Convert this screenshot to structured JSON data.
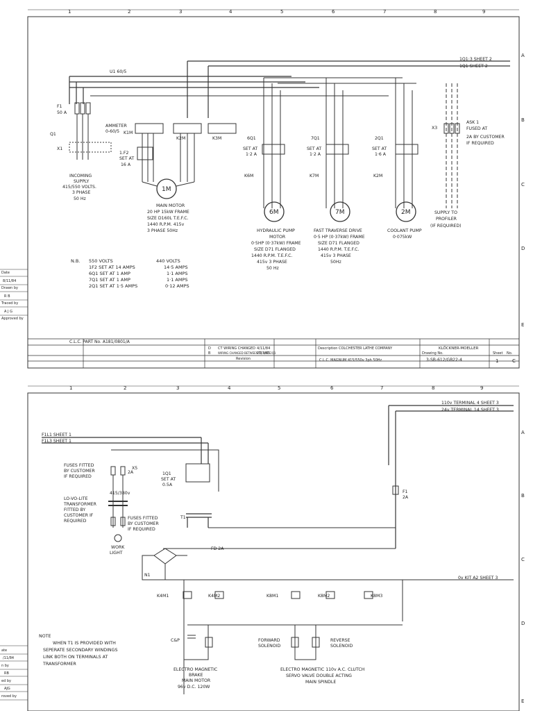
{
  "sheet1": {
    "col_numbers": [
      "1",
      "2",
      "3",
      "4",
      "5",
      "6",
      "7",
      "8",
      "9"
    ],
    "row_letters": [
      "A",
      "B",
      "C",
      "D",
      "E"
    ],
    "refs": {
      "top1": "1Q1:3 SHEET 2",
      "top2": "1Q1 SHEET 2"
    },
    "u1": "U1 60/5",
    "f1": [
      "F1",
      "50 A"
    ],
    "q1": "Q1",
    "x1": "X1",
    "ammeter": [
      "AMMETER",
      "0-60/5"
    ],
    "incoming": [
      "INCOMING",
      "SUPPLY",
      "415/550 VOLTS.",
      "3 PHASE",
      "50 Hz"
    ],
    "k1m": "K1M",
    "k2m": "K2M",
    "k3m": "K3M",
    "f2": [
      "1.F2",
      "SET AT",
      "16 A"
    ],
    "main_motor_symbol": "1M",
    "main_motor": [
      "MAIN MOTOR",
      "20 HP 15kW FRAME",
      "SIZE D160L T.E.F.C.",
      "1440 R.P.M. 415v",
      "3 PHASE 50Hz"
    ],
    "h6q1": [
      "6Q1",
      "SET AT",
      "1·2 A"
    ],
    "k6m": "K6M",
    "hyd_symbol": "6M",
    "hyd_motor": [
      "HYDRAULIC PUMP",
      "MOTOR",
      "0·5HP (0·37kW) FRAME",
      "SIZE D71 FLANGED",
      "1440 R.P.M. T.E.F.C.",
      "415v 3 PHASE",
      "50 Hz"
    ],
    "t7q1": [
      "7Q1",
      "SET AT",
      "1·2 A"
    ],
    "k7m": "K7M",
    "fast_symbol": "7M",
    "fast_motor": [
      "FAST TRAVERSE DRIVE",
      "0·5 HP (0·37kW) FRAME",
      "SIZE D71 FLANGED",
      "1440 R.P.M. T.E.F.C.",
      "415v 3 PHASE",
      "50Hz"
    ],
    "c2q1": [
      "2Q1",
      "SET AT",
      "1·6 A"
    ],
    "k2m_c": "K2M",
    "cool_symbol": "2M",
    "coolant": [
      "COOLANT PUMP",
      "0·075kW"
    ],
    "x3": "X3",
    "ask": [
      "ASK 1",
      "FUSED AT",
      "2A BY CUSTOMER",
      "IF REQUIRED"
    ],
    "profiler": [
      "SUPPLY TO",
      "PROFILER",
      "(IF REQUIRED)"
    ],
    "nb": {
      "head": "N.B.",
      "col1": "550 VOLTS",
      "col2": "440 VOLTS",
      "rows": [
        [
          "1F2 SET AT 14 AMPS",
          "14·5 AMPS"
        ],
        [
          "6Q1 SET AT 1 AMP",
          "1·1 AMPS"
        ],
        [
          "7Q1 SET AT 1 AMP",
          "1·1 AMPS"
        ],
        [
          "2Q1 SET AT 1·5 AMPS",
          "0·12 AMPS"
        ]
      ]
    },
    "side": [
      [
        "Date",
        "8/11/84"
      ],
      [
        "Drawn by",
        "R B"
      ],
      [
        "Traced by",
        "A J G"
      ],
      [
        "Approved by",
        ""
      ]
    ],
    "title": {
      "part": "C.L.C. PART No. A181/0801/A",
      "rev_d": "D",
      "rev_b": "B",
      "note_d": "CT WIRING CHANGED",
      "date_d": "4/11/84",
      "note_b": "WIRING CHANGED BETWEEN F1 AND 2Q1",
      "date_b": "23/3/85",
      "revision": "Revision",
      "description": "Description",
      "company": "COLCHESTER LATHE COMPANY",
      "product": "C.L.C. MAGNUM 415/550v 3ph 50Hz",
      "brand": "KLÖCKNER-MOELLER",
      "drawing_no_label": "Drawing No.",
      "drawing_no": "3-SB-612/GB22-4",
      "sheet_label": "Sheet",
      "sheet": "1",
      "of_label": "No.",
      "of": "C"
    }
  },
  "sheet2": {
    "col_numbers": [
      "1",
      "2",
      "3",
      "4",
      "5",
      "6",
      "7",
      "8",
      "9"
    ],
    "row_letters": [
      "A",
      "B",
      "C",
      "D",
      "E"
    ],
    "refs": {
      "r1": "110v TERMINAL 4 SHEET 3",
      "r2": "24v TERMINAL 14 SHEET 3",
      "l1": "F1L1 SHEET 1",
      "l2": "F1L3 SHEET 1",
      "ov": "0v KIT A2 SHEET 3"
    },
    "fuses_top": [
      "FUSES FITTED",
      "BY CUSTOMER",
      "IF REQUIRED"
    ],
    "x5": "X5",
    "fuse2a": "2A",
    "transformer": [
      "LO-VO-LITE",
      "TRANSFORMER",
      "FITTED BY",
      "CUSTOMER IF",
      "REQUIRED"
    ],
    "volt415": "415/380v",
    "fuses_bottom": [
      "FUSES FITTED",
      "BY CUSTOMER",
      "IF REQUIRED"
    ],
    "work_light": [
      "WORK",
      "LIGHT"
    ],
    "q1": [
      "1Q1",
      "SET AT",
      "0.5A"
    ],
    "t1": "T1",
    "n1": "N1",
    "f1": [
      "F1",
      "2A"
    ],
    "fd": "FD 2A",
    "k4m1": "K4M1",
    "k4m2": "K4M2",
    "k8m1": "K8M1",
    "k8m2": "K8M2",
    "k8m3": "K8M3",
    "cap": "C&P",
    "brake": [
      "ELECTRO MAGNETIC",
      "BRAKE",
      "MAIN MOTOR",
      "96v D.C. 120W"
    ],
    "forward": [
      "FORWARD",
      "SOLENOID"
    ],
    "reverse": [
      "REVERSE",
      "SOLENOID"
    ],
    "clutch": [
      "ELECTRO MAGNETIC 110v A.C. CLUTCH",
      "SERVO VALVE DOUBLE ACTING",
      "MAIN SPINDLE"
    ],
    "note": [
      "NOTE",
      "WHEN T1 IS PROVIDED WITH",
      "SEPERATE SECONDARY WINDINGS",
      "LINK BOTH ON TERMINALS AT",
      "TRANSFORMER"
    ],
    "side": [
      [
        "ate",
        "/11/84"
      ],
      [
        "n by",
        "RB"
      ],
      [
        "ed by",
        "AJG"
      ],
      [
        "roved by",
        ""
      ]
    ]
  }
}
